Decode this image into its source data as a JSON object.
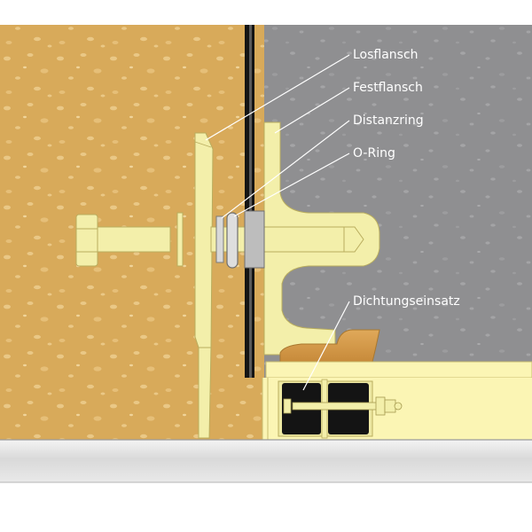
{
  "labels": {
    "losflansch": "Losflansch",
    "festflansch": "Festflansch",
    "distanzring": "Distanzring",
    "o_ring": "O-Ring",
    "dichtungseinsatz": "Dichtungseinsatz"
  },
  "colors": {
    "soil": "#d8aa5a",
    "soil_dots": "#eac886",
    "concrete": "#8f8f91",
    "concrete_dots": "#a4a4a6",
    "flange": "#f3efaa",
    "flange_outline": "#b9ad5e",
    "pipe": "#fbf5b4",
    "seal": "#141414",
    "tube": "#dcdcdc",
    "label_text": "#ffffff"
  }
}
